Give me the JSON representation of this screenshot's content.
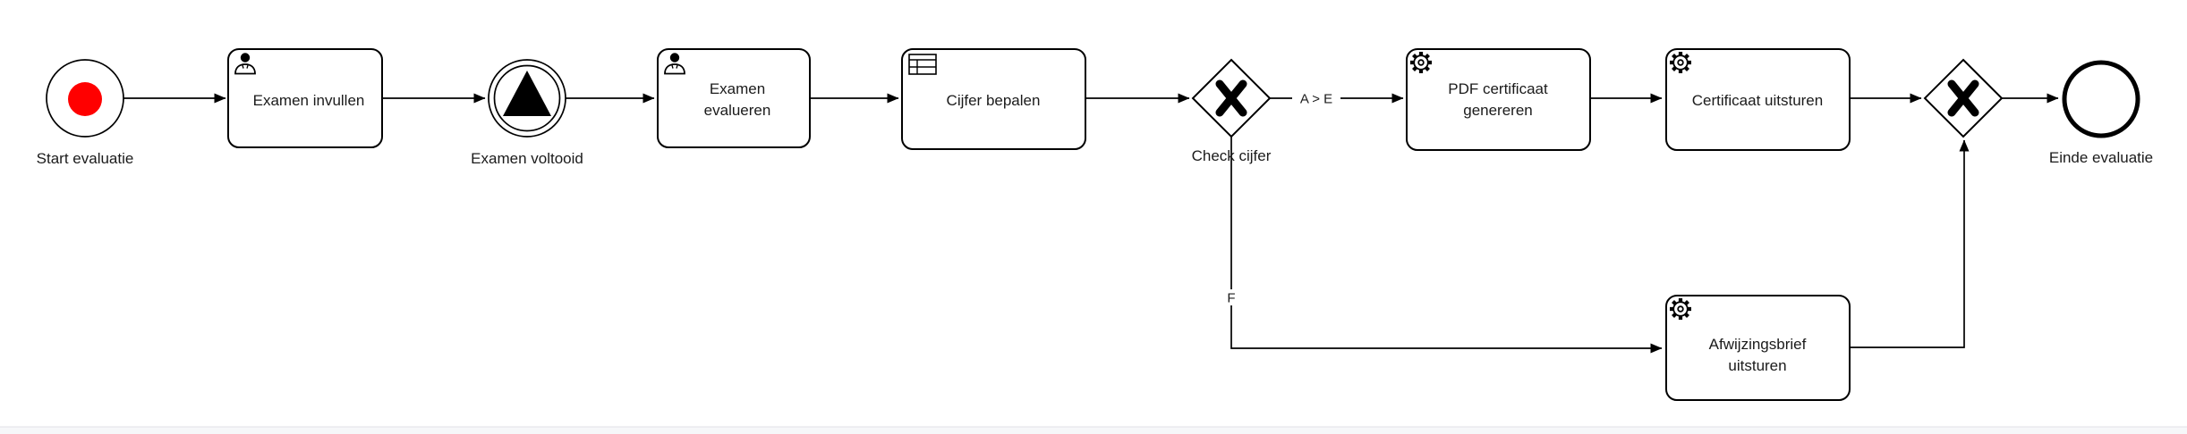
{
  "canvas": {
    "background": "#ffffff",
    "footer_strip_color": "#f6f7f9",
    "footer_line_color": "#e2e2e6"
  },
  "colors": {
    "flow_stroke": "#000000",
    "shape_fill": "#ffffff",
    "label_text": "#1b1b1b",
    "start_event_fill": "#ff0000"
  },
  "process": {
    "start_event": {
      "label": "Start evaluatie",
      "icon": "red-dot-icon"
    },
    "task_examen_invullen": {
      "label": "Examen invullen",
      "icon": "user-icon"
    },
    "event_examen_voltooid": {
      "label": "Examen voltooid",
      "icon": "signal-triangle-icon"
    },
    "task_examen_evalueren": {
      "label": "Examen evalueren",
      "line1": "Examen",
      "line2": "evalueren",
      "icon": "user-icon"
    },
    "task_cijfer_bepalen": {
      "label": "Cijfer bepalen",
      "icon": "business-rule-table-icon"
    },
    "gateway_check_cijfer": {
      "label": "Check cijfer",
      "icon": "x-marker-icon"
    },
    "edge_pass": {
      "label": "A > E"
    },
    "edge_fail": {
      "label": "F"
    },
    "task_pdf_certificaat_genereren": {
      "label": "PDF certificaat genereren",
      "line1": "PDF certificaat",
      "line2": "genereren",
      "icon": "gear-icon"
    },
    "task_certificaat_uitsturen": {
      "label": "Certificaat uitsturen",
      "icon": "gear-icon"
    },
    "task_afwijzingsbrief_uitsturen": {
      "label": "Afwijzingsbrief uitsturen",
      "line1": "Afwijzingsbrief",
      "line2": "uitsturen",
      "icon": "gear-icon"
    },
    "merge_gateway": {
      "icon": "x-marker-icon"
    },
    "end_event": {
      "label": "Einde evaluatie"
    }
  }
}
